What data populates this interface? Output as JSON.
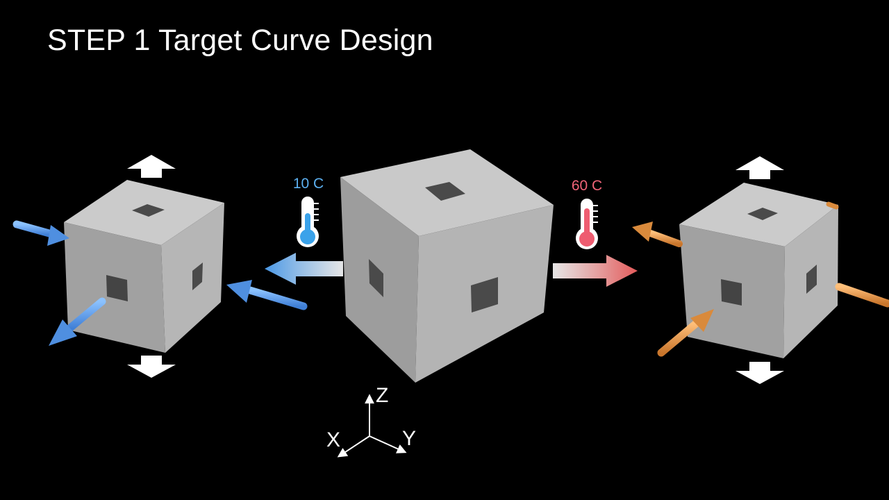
{
  "slide": {
    "title": "STEP 1 Target Curve Design"
  },
  "temperatures": {
    "cold": {
      "label": "10 C",
      "color": "#5cb0f0"
    },
    "hot": {
      "label": "60 C",
      "color": "#f06478"
    }
  },
  "axes": {
    "z": "Z",
    "x": "X",
    "y": "Y"
  },
  "colors": {
    "background": "#000000",
    "cube_left_face": "#9d9d9d",
    "cube_right_face": "#b3b3b3",
    "cube_top_face": "#c9c9c9",
    "cube_hole": "#4a4a4a",
    "cold_arrow": "#5b9be8",
    "hot_arrow": "#e99a4a",
    "expansion_arrow": "#ffffff"
  }
}
